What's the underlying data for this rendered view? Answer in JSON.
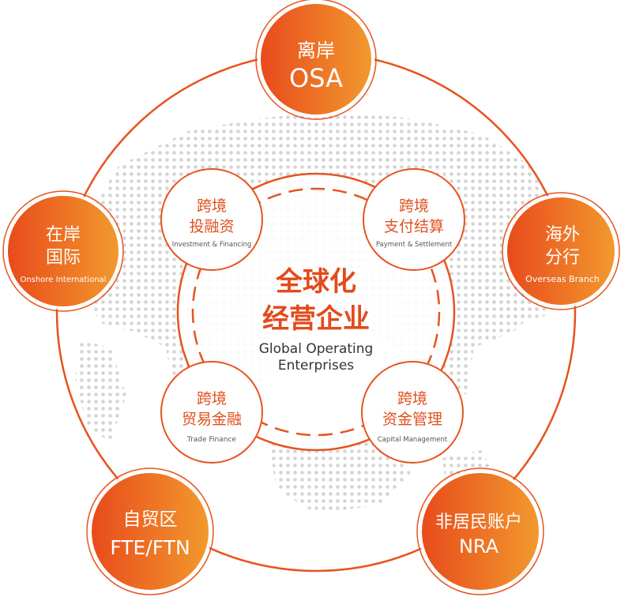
{
  "center": {
    "title_line1": "全球化",
    "title_line2": "经营企业",
    "subtitle_line1": "Global Operating",
    "subtitle_line2": "Enterprises"
  },
  "services": {
    "investment": {
      "zh_line1": "跨境",
      "zh_line2": "投融资",
      "en": "Investment & Financing"
    },
    "payment": {
      "zh_line1": "跨境",
      "zh_line2": "支付结算",
      "en": "Payment & Settlement"
    },
    "trade": {
      "zh_line1": "跨境",
      "zh_line2": "贸易金融",
      "en": "Trade Finance"
    },
    "capital": {
      "zh_line1": "跨境",
      "zh_line2": "资金管理",
      "en": "Capital Management"
    }
  },
  "accounts": {
    "osa": {
      "line1": "离岸",
      "line2": "OSA"
    },
    "overseas": {
      "line1": "海外",
      "line2": "分行",
      "en": "Overseas Branch"
    },
    "nra": {
      "line1": "非居民账户",
      "line2": "NRA"
    },
    "fte": {
      "line1": "自贸区",
      "line2": "FTE/FTN"
    },
    "onshore": {
      "line1": "在岸",
      "line2": "国际",
      "en": "Onshore International"
    }
  },
  "colors": {
    "accent": "#e8531e",
    "accent_light": "#f29a2e",
    "accent_dark": "#e0501c",
    "title_red": "#e34a1c",
    "text_gray": "#555555",
    "map_dots": "#d6d6d6"
  }
}
